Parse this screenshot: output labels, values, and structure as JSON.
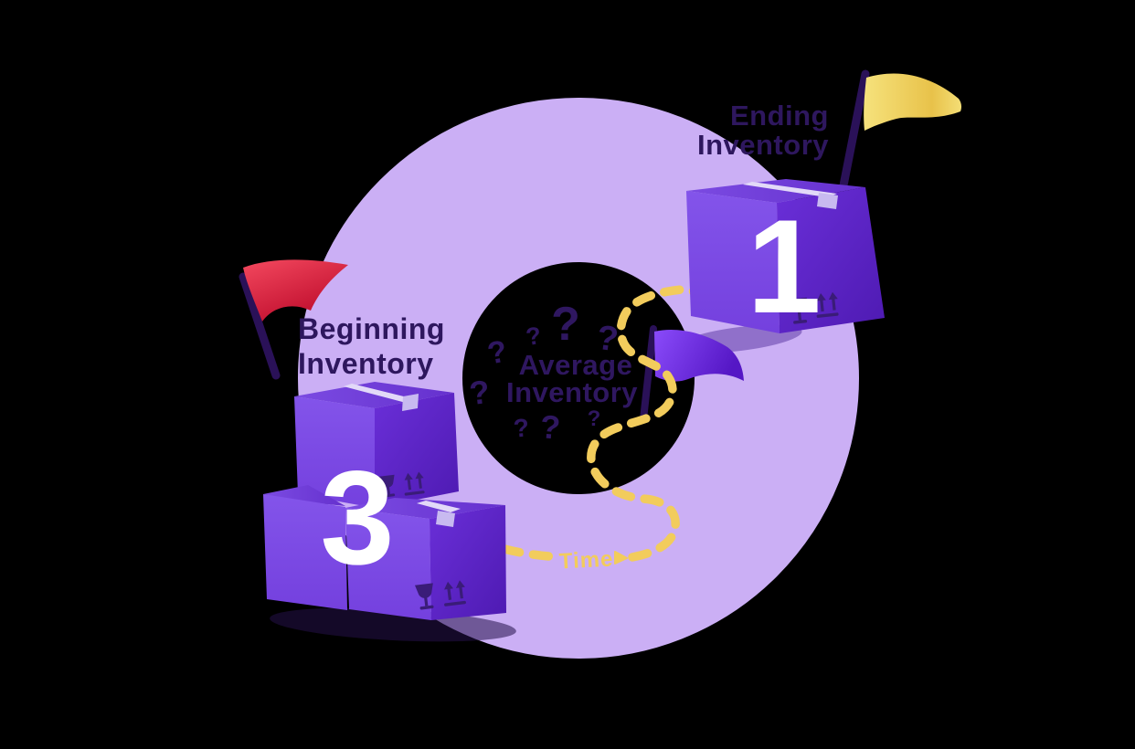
{
  "scene": {
    "background_color": "#000000",
    "ring_color": "#CBAFF5",
    "dark_text_color": "#2F1760",
    "path_color": "#F2CC5C",
    "box_left_face_color": "#7B49E4",
    "box_right_face_color": "#5E23C8",
    "box_top_face_color": "#6D39DA",
    "tape_color": "#E2D9F8",
    "red_flag_color": "#D81233",
    "gold_flag_color": "#EFD36A",
    "purple_flag_color": "#6A2AE0",
    "pole_color": "#2A1158"
  },
  "labels": {
    "ending_line1": "Ending",
    "ending_line2": "Inventory",
    "beginning_line1": "Beginning",
    "beginning_line2": "Inventory",
    "average_line1": "Average",
    "average_line2": "Inventory",
    "time": "Time",
    "question_mark": "?"
  },
  "boxes": {
    "ending_count": "1",
    "beginning_count": "3"
  },
  "icons": {
    "fragile": "wine-glass-fragile-icon",
    "handling": "this-way-up-arrows-icon",
    "flags": [
      "red-flag-icon",
      "gold-flag-icon",
      "purple-flag-icon"
    ]
  }
}
